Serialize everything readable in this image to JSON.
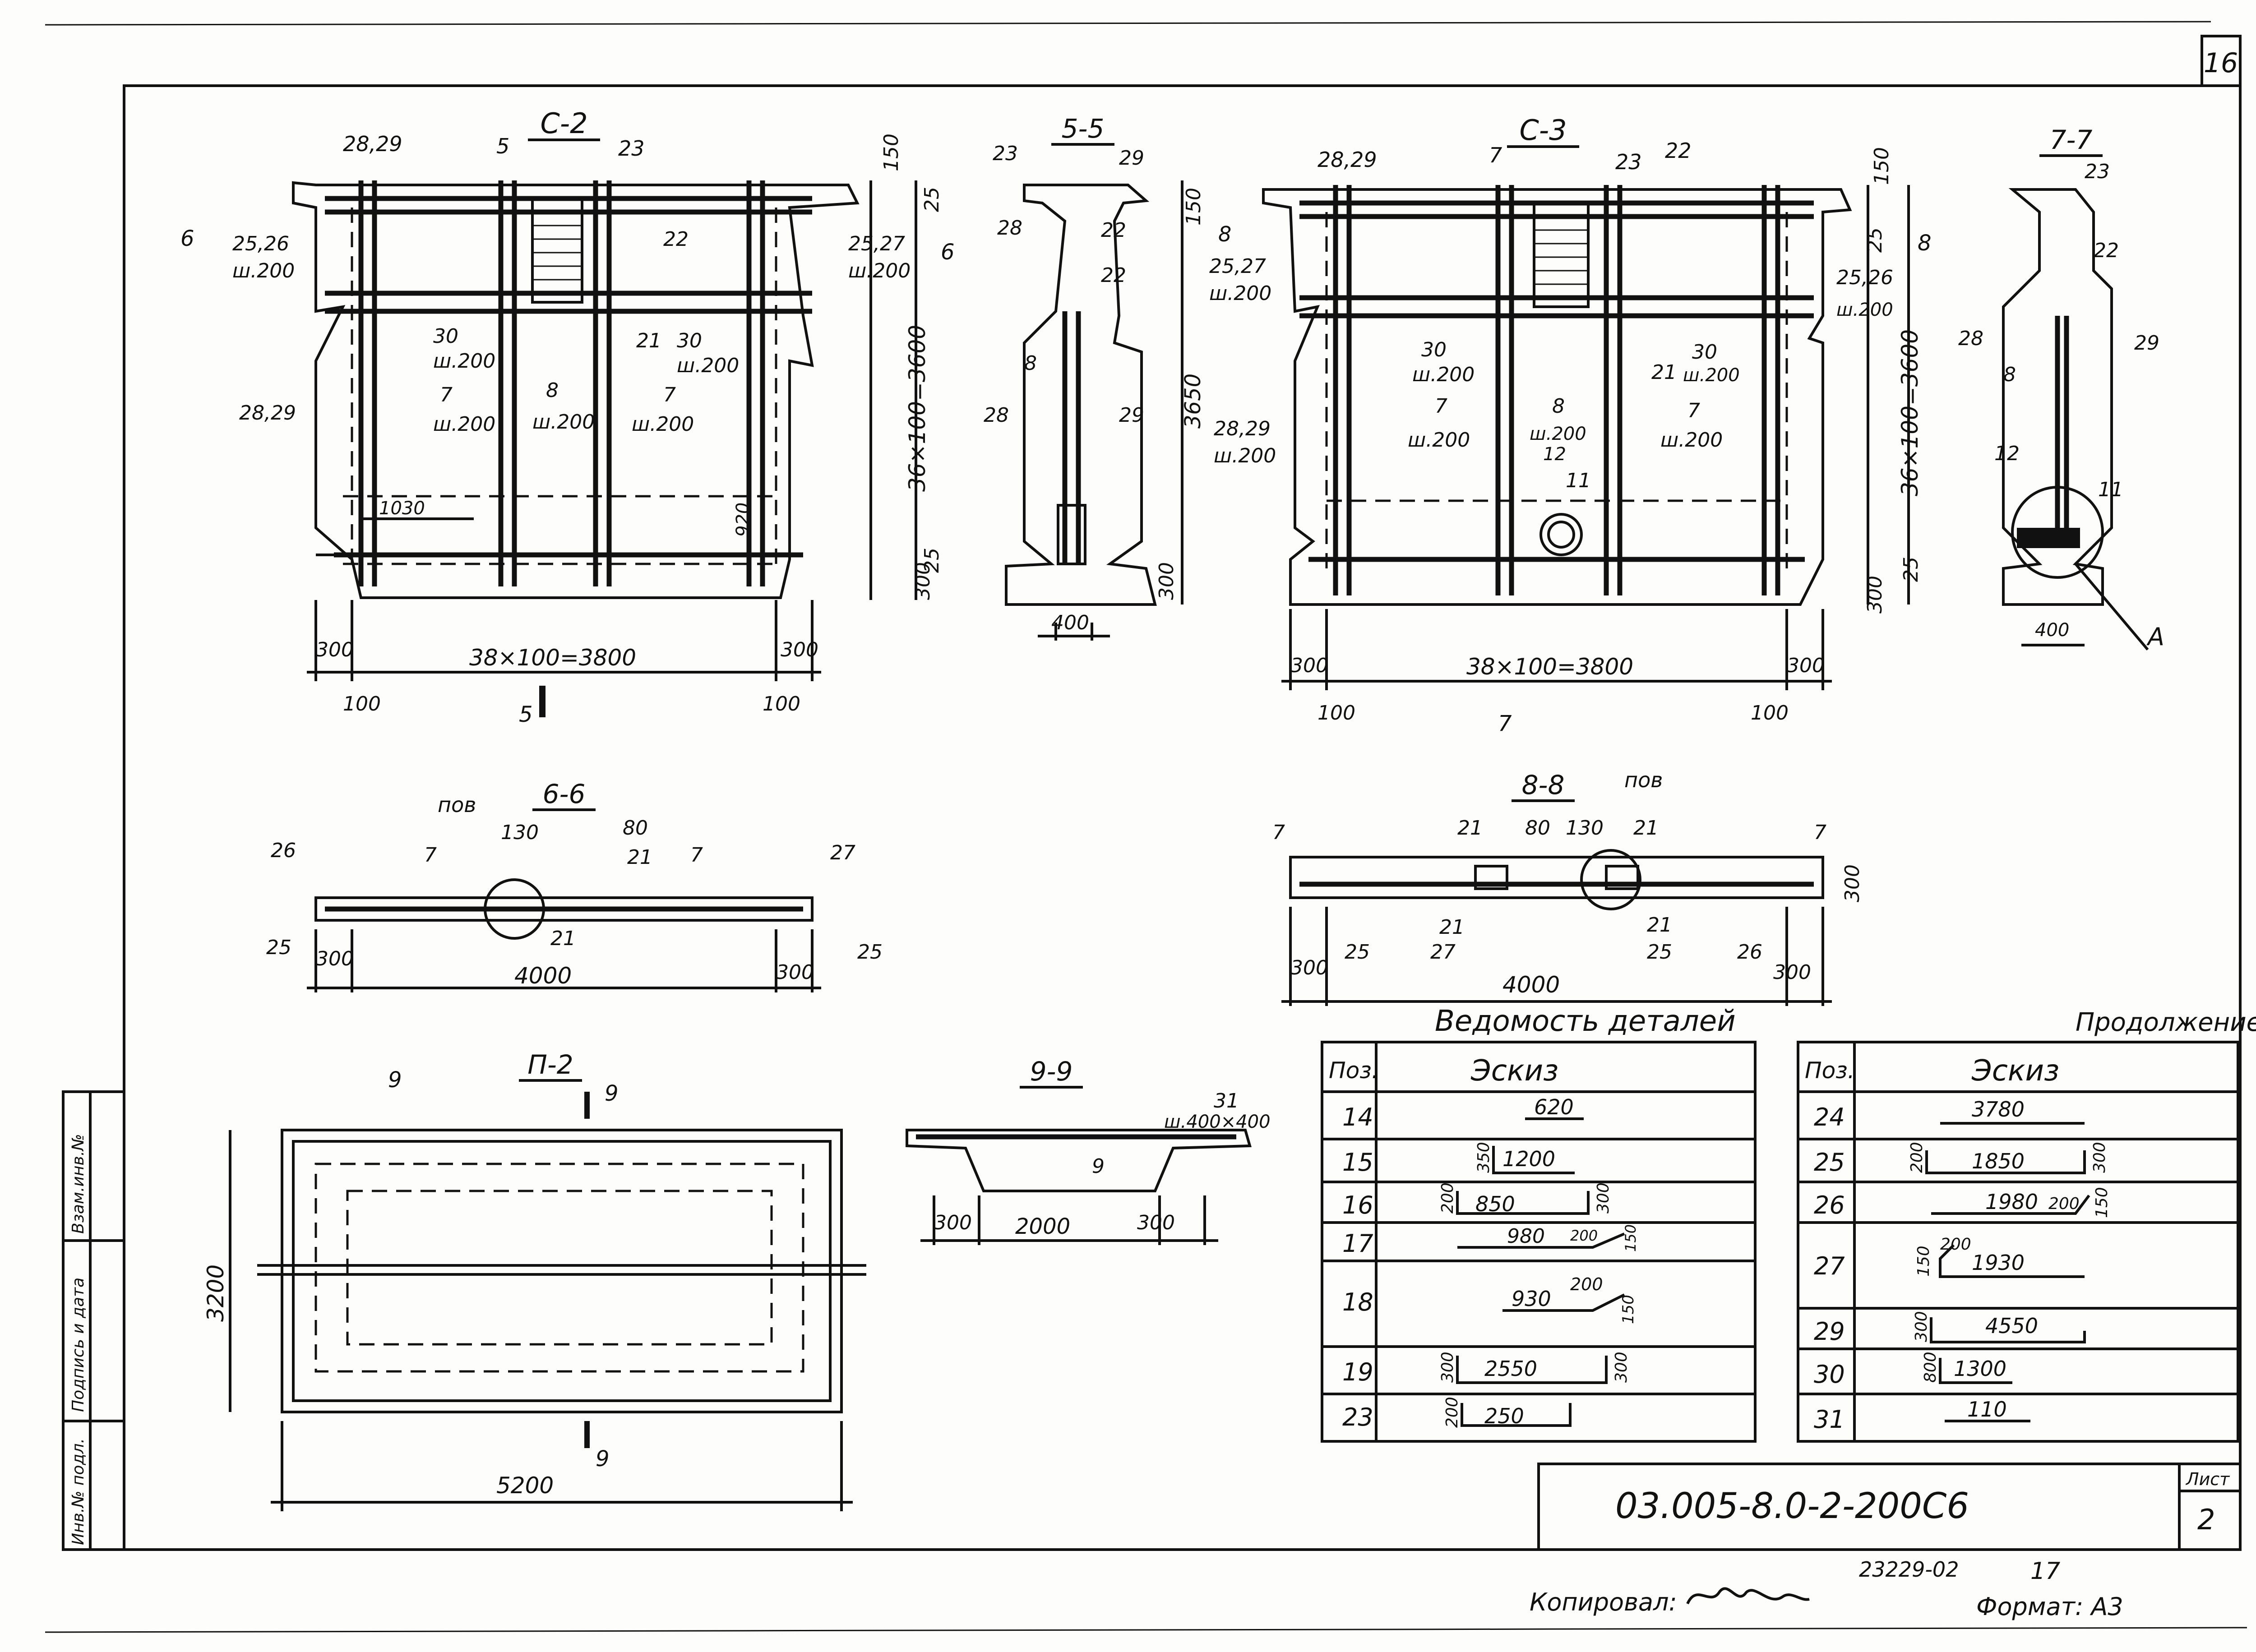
{
  "sheet": {
    "number": "16",
    "code": "03.005-8.0-2-200С6",
    "list_label": "Лист",
    "list_value": "2",
    "archive_no": "23229-02",
    "archive_no2": "17",
    "copied_label": "Копировал:",
    "format_label": "Формат: А3"
  },
  "side_stamp": [
    "Инв.№ подл.",
    "Подпись и дата",
    "Взам.инв.№"
  ],
  "views": {
    "c2": {
      "title": "С-2",
      "marks": [
        "28,29",
        "23",
        "5",
        "25,26",
        "ш.200",
        "25,27",
        "ш.200",
        "22",
        "30",
        "ш.200",
        "21",
        "30",
        "ш.200",
        "28,29",
        "7",
        "ш.200",
        "8",
        "ш.200",
        "7",
        "ш.200",
        "1030",
        "920",
        "150",
        "25",
        "36×100=3600",
        "300",
        "25",
        "300",
        "100",
        "38×100=3800",
        "300",
        "100",
        "5",
        "6",
        "6"
      ]
    },
    "s55": {
      "title": "5-5",
      "marks": [
        "23",
        "29",
        "28",
        "22",
        "22",
        "8",
        "28",
        "29",
        "150",
        "3650",
        "300",
        "400"
      ]
    },
    "c3": {
      "title": "С-3",
      "marks": [
        "28,29",
        "7",
        "23",
        "22",
        "8",
        "25,27",
        "ш.200",
        "25,26",
        "ш.200",
        "30",
        "ш.200",
        "21",
        "30",
        "ш.200",
        "28,29",
        "ш.200",
        "7",
        "ш.200",
        "8",
        "ш.200",
        "12",
        "7",
        "ш.200",
        "11",
        "150",
        "25",
        "8",
        "36×100=3600",
        "300",
        "25",
        "300",
        "100",
        "38×100=3800",
        "300",
        "100",
        "7"
      ]
    },
    "s77": {
      "title": "7-7",
      "marks": [
        "23",
        "22",
        "28",
        "29",
        "8",
        "12",
        "11",
        "400",
        "А"
      ]
    },
    "s66": {
      "title": "6-6",
      "marks": [
        "пов",
        "130",
        "80",
        "26",
        "7",
        "21",
        "7",
        "27",
        "21",
        "25",
        "300",
        "4000",
        "300",
        "25"
      ]
    },
    "s88": {
      "title": "8-8",
      "marks": [
        "пов",
        "7",
        "21",
        "80",
        "130",
        "21",
        "7",
        "300",
        "300",
        "25",
        "27",
        "21",
        "21",
        "25",
        "26",
        "300",
        "4000"
      ]
    },
    "p2": {
      "title": "П-2",
      "marks": [
        "9",
        "9",
        "3200",
        "5200",
        "9"
      ]
    },
    "s99": {
      "title": "9-9",
      "marks": [
        "31",
        "ш.400×400",
        "9",
        "300",
        "2000",
        "300"
      ]
    }
  },
  "schedule": {
    "title": "Ведомость деталей",
    "continuation": "Продолжение",
    "col_pos": "Поз.",
    "col_sketch": "Эскиз",
    "left": [
      {
        "pos": "14",
        "sketch": [
          "620"
        ]
      },
      {
        "pos": "15",
        "sketch": [
          "350",
          "1200"
        ]
      },
      {
        "pos": "16",
        "sketch": [
          "200",
          "850",
          "300"
        ]
      },
      {
        "pos": "17",
        "sketch": [
          "980",
          "200",
          "150"
        ]
      },
      {
        "pos": "18",
        "sketch": [
          "930",
          "200",
          "150"
        ]
      },
      {
        "pos": "19",
        "sketch": [
          "300",
          "2550",
          "300"
        ]
      },
      {
        "pos": "23",
        "sketch": [
          "200",
          "250"
        ]
      }
    ],
    "right": [
      {
        "pos": "24",
        "sketch": [
          "3780"
        ]
      },
      {
        "pos": "25",
        "sketch": [
          "200",
          "1850",
          "300"
        ]
      },
      {
        "pos": "26",
        "sketch": [
          "1980",
          "200",
          "150"
        ]
      },
      {
        "pos": "27",
        "sketch": [
          "150",
          "200",
          "1930"
        ]
      },
      {
        "pos": "29",
        "sketch": [
          "300",
          "4550"
        ]
      },
      {
        "pos": "30",
        "sketch": [
          "800",
          "1300"
        ]
      },
      {
        "pos": "31",
        "sketch": [
          "110"
        ]
      }
    ]
  }
}
